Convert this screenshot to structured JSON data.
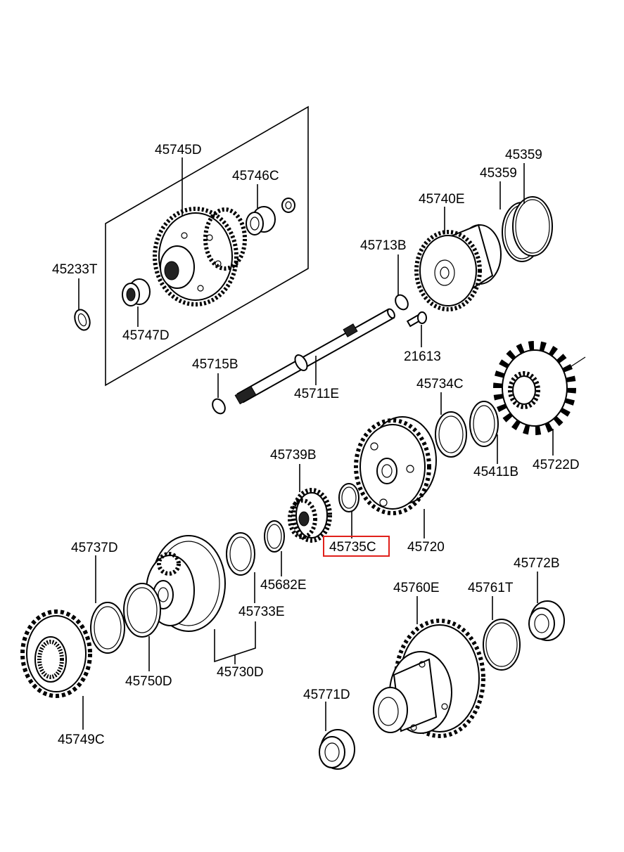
{
  "parts": [
    {
      "id": "45745D",
      "label": "45745D"
    },
    {
      "id": "45746C",
      "label": "45746C"
    },
    {
      "id": "45233T",
      "label": "45233T"
    },
    {
      "id": "45747D",
      "label": "45747D"
    },
    {
      "id": "45359a",
      "label": "45359"
    },
    {
      "id": "45359b",
      "label": "45359"
    },
    {
      "id": "45740E",
      "label": "45740E"
    },
    {
      "id": "45713B",
      "label": "45713B"
    },
    {
      "id": "21613",
      "label": "21613"
    },
    {
      "id": "45715B",
      "label": "45715B"
    },
    {
      "id": "45711E",
      "label": "45711E"
    },
    {
      "id": "45734C",
      "label": "45734C"
    },
    {
      "id": "45739B",
      "label": "45739B"
    },
    {
      "id": "45411B",
      "label": "45411B"
    },
    {
      "id": "45722D",
      "label": "45722D"
    },
    {
      "id": "45735C",
      "label": "45735C",
      "highlighted": true
    },
    {
      "id": "45720",
      "label": "45720"
    },
    {
      "id": "45737D",
      "label": "45737D"
    },
    {
      "id": "45682E",
      "label": "45682E"
    },
    {
      "id": "45772B",
      "label": "45772B"
    },
    {
      "id": "45760E",
      "label": "45760E"
    },
    {
      "id": "45761T",
      "label": "45761T"
    },
    {
      "id": "45733E",
      "label": "45733E"
    },
    {
      "id": "45750D",
      "label": "45750D"
    },
    {
      "id": "45730D",
      "label": "45730D"
    },
    {
      "id": "45771D",
      "label": "45771D"
    },
    {
      "id": "45749C",
      "label": "45749C"
    }
  ],
  "colors": {
    "highlight": "#e0201b",
    "line": "#000000",
    "background": "#ffffff"
  }
}
